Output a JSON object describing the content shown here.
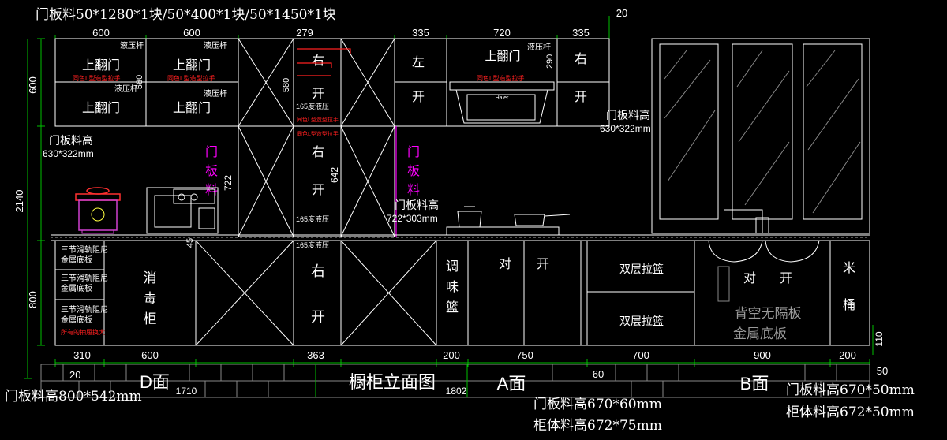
{
  "top_note": "门板料50*1280*1块/50*400*1块/50*1450*1块",
  "top_dims": [
    "600",
    "600",
    "279",
    "335",
    "720",
    "335",
    "20"
  ],
  "left_dims": {
    "upper": "600",
    "total": "2140",
    "lower": "800"
  },
  "upper": {
    "flap_door": "上翻门",
    "hydraulic_rod": "液压杆",
    "red_note": "同色L型造型拉手",
    "dim_580a": "580",
    "dim_580b": "580",
    "dim_290": "290",
    "left_open": "左",
    "right_open": "右",
    "open": "开",
    "hydraulic_165": "165度液压"
  },
  "mid": {
    "note_630_label": "门板料高",
    "note_630_size": "630*322mm",
    "mag_chars": [
      "门",
      "板",
      "料"
    ],
    "dim_722": "722",
    "dim_642": "642",
    "dim_45": "45",
    "note_722_label": "门板料高",
    "note_722_size": "722*303mm",
    "note_630r_label": "门板料高",
    "note_630r_size": "630*322mm"
  },
  "base": {
    "drawer_label": "三节滑轨阻尼",
    "drawer_sub": "金属底板",
    "drawer_red": "所有的抽屉换大",
    "sterilizer": [
      "消",
      "毒",
      "柜"
    ],
    "spice": [
      "调",
      "味",
      "篮"
    ],
    "pair": [
      "对",
      "开"
    ],
    "basket": "双层拉篮",
    "sink_note1": "背空无隔板",
    "sink_note2": "金属底板",
    "rice": [
      "米",
      "桶"
    ],
    "dim_110": "110"
  },
  "bottom_dims": [
    "310",
    "600",
    "363",
    "200",
    "750",
    "700",
    "900",
    "200"
  ],
  "plinth": {
    "dim_20": "20",
    "face_d": "D面",
    "face_a": "A面",
    "face_b": "B面",
    "title": "橱柜立面图",
    "dim_1710": "1710",
    "dim_1802": "1802",
    "dim_60": "60",
    "dim_50": "50"
  },
  "notes": {
    "left_bottom": "门板料高800*542mm",
    "mid_bottom_1": "门板料高670*60mm",
    "mid_bottom_2": "柜体料高672*75mm",
    "right_bottom_1": "门板料高670*50mm",
    "right_bottom_2": "柜体料高672*50mm"
  }
}
